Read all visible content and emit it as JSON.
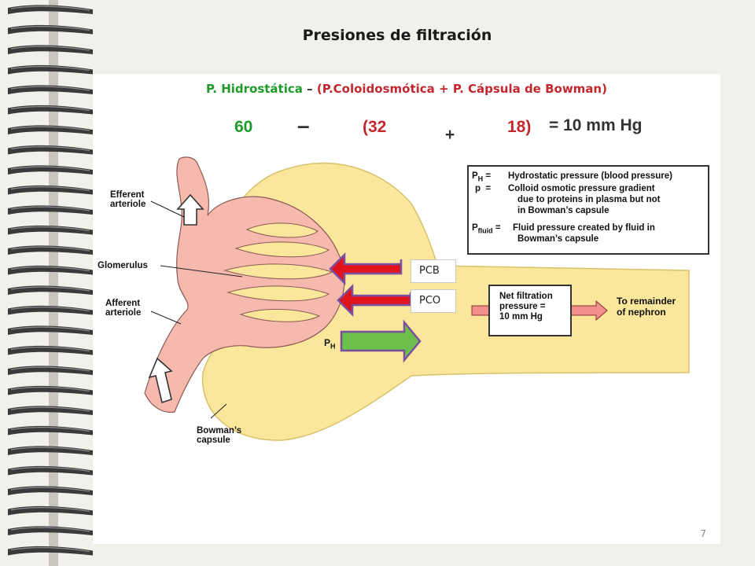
{
  "slide": {
    "title": "Presiones de filtración",
    "page_number": "7"
  },
  "formula": {
    "hydrostatic": "P. Hidrostática",
    "minus": "–",
    "colloid_open": "(P.Coloidosmótica",
    "plus": "+",
    "bowman_close": "P. Cápsula de Bowman)"
  },
  "values": {
    "a": "60",
    "minus": "–",
    "b": "(32",
    "plus": "+",
    "c": "18)",
    "result": "= 10 mm Hg"
  },
  "diagram": {
    "labels": {
      "efferent": [
        "Efferent",
        "arteriole"
      ],
      "glomerulus": "Glomerulus",
      "afferent": [
        "Afferent",
        "arteriole"
      ],
      "bowman": [
        "Bowman’s",
        "capsule"
      ],
      "ph_symbol": "P",
      "ph_sub": "H",
      "remainder": [
        "To remainder",
        "of nephron"
      ]
    },
    "tags": {
      "pcb": "PCB",
      "pco": "PCO"
    },
    "legend": [
      {
        "symbol": "P",
        "sub": "H",
        "eq": "=",
        "lines": [
          "Hydrostatic pressure (blood pressure)"
        ]
      },
      {
        "symbol": "p",
        "sub": "",
        "eq": "=",
        "lines": [
          "Colloid osmotic pressure gradient",
          "due to proteins in plasma but not",
          "in Bowman’s capsule"
        ]
      },
      {
        "symbol": "P",
        "sub": "fluid",
        "eq": "=",
        "lines": [
          "Fluid pressure created by fluid in",
          "Bowman’s capsule"
        ]
      }
    ],
    "net_filtration": [
      "Net filtration",
      "pressure =",
      "10 mm Hg"
    ]
  },
  "colors": {
    "green": "#1f9a2a",
    "red": "#c2272d",
    "capsule": "#fbe79b",
    "vessel": "#f6b9ad",
    "red_arrow": "#e0141c",
    "green_arrow": "#6cbf4a",
    "arrow_border": "#7a4fa0"
  }
}
